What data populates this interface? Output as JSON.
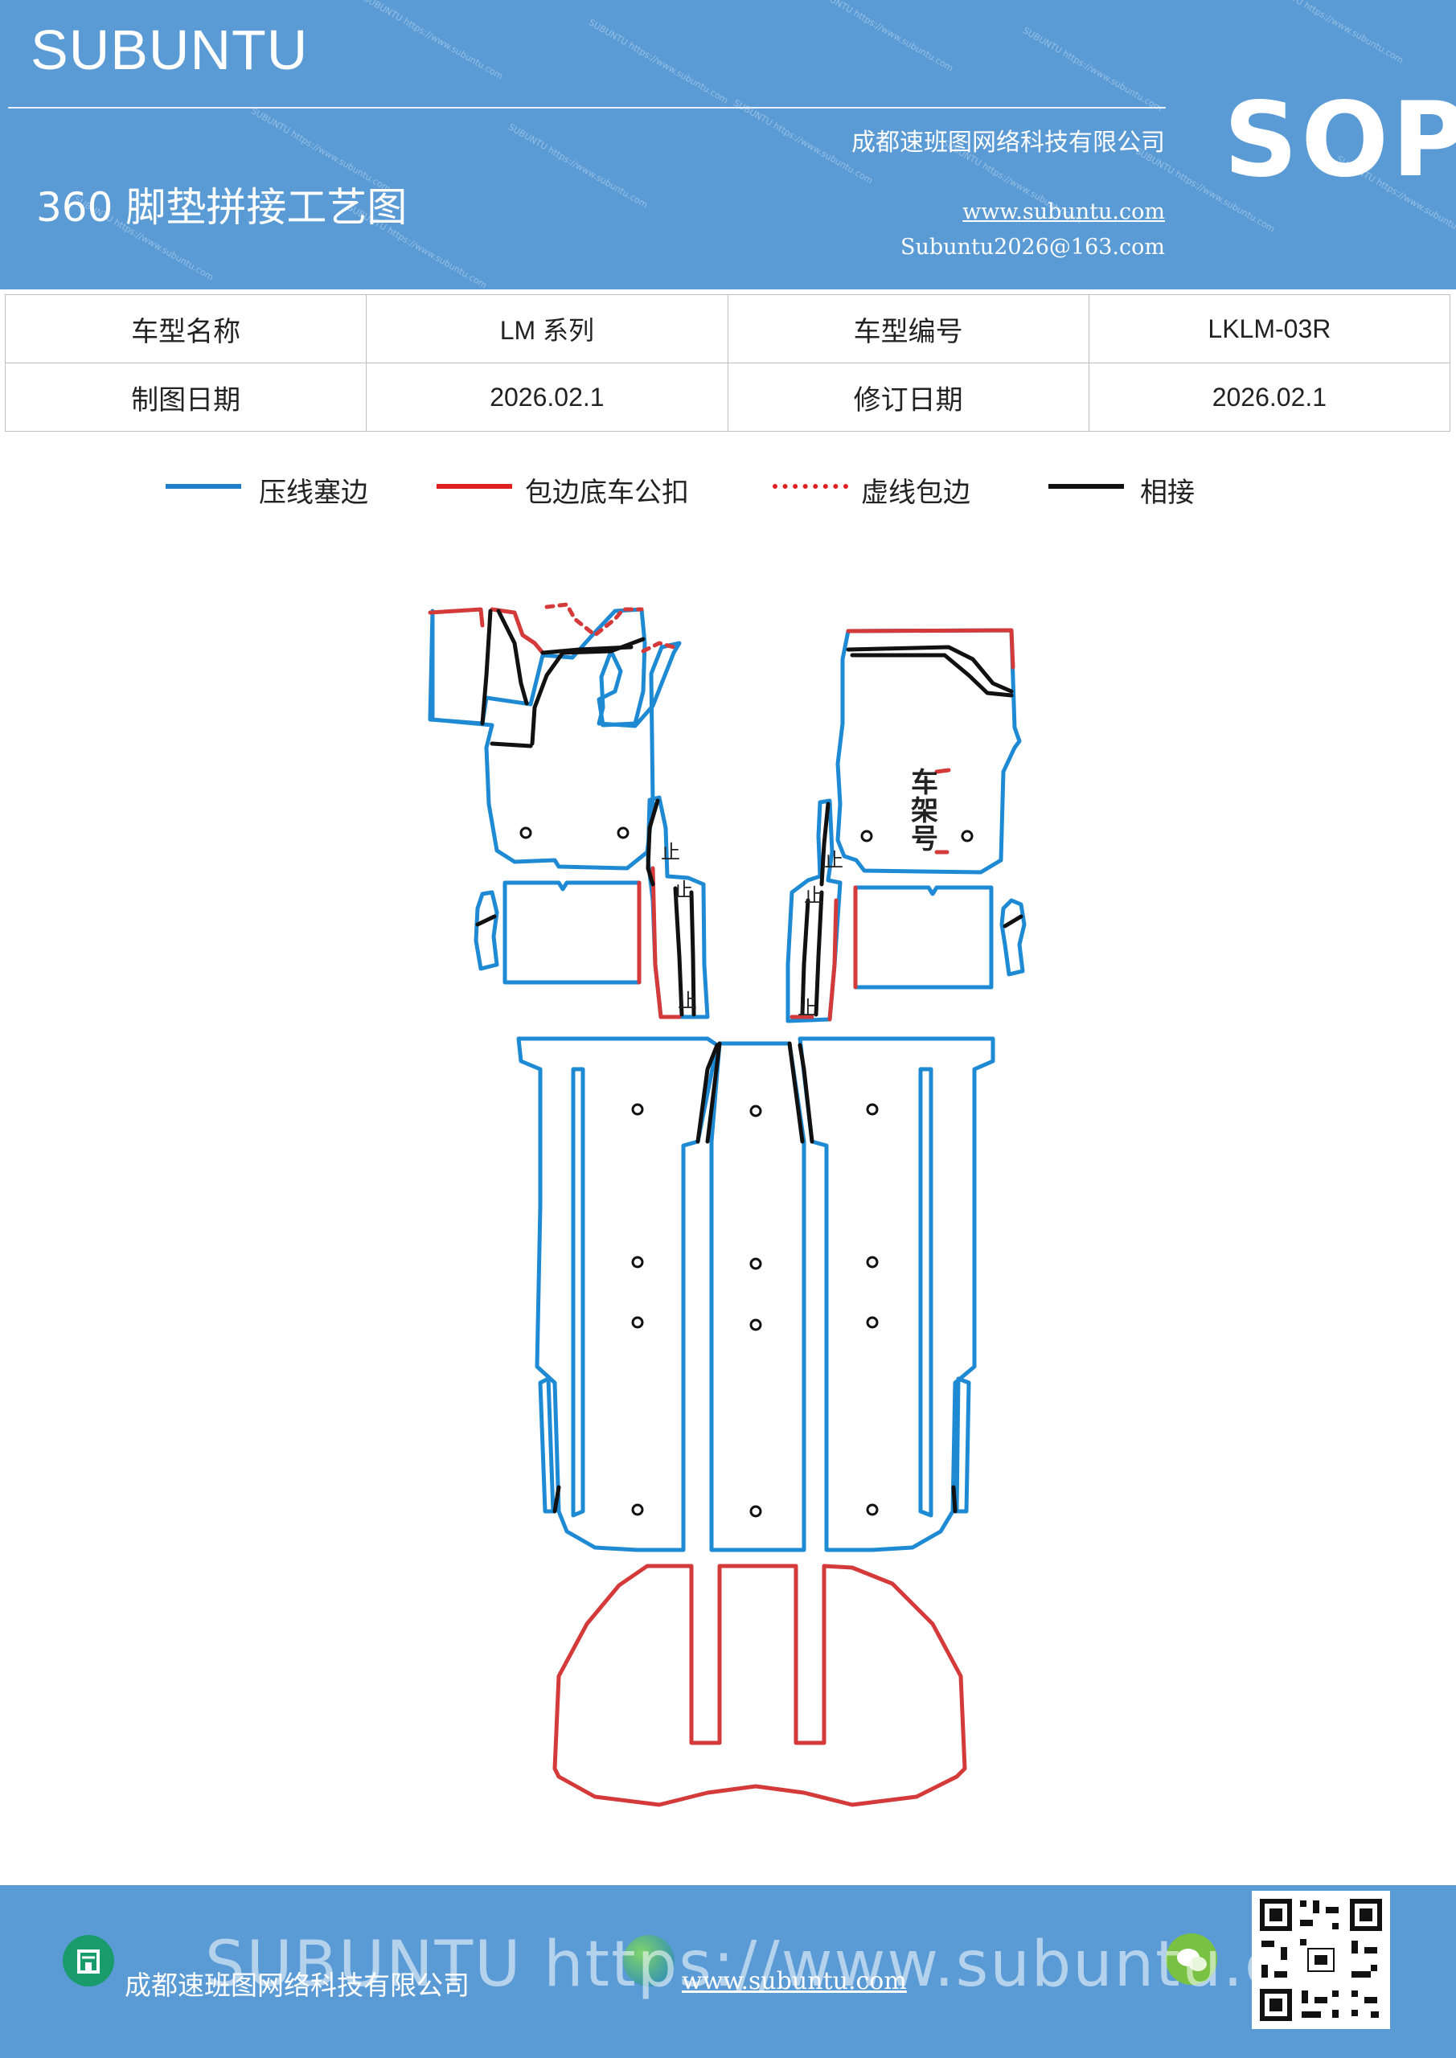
{
  "header": {
    "brand": "SUBUNTU",
    "company": "成都速班图网络科技有限公司",
    "website": "www.subuntu.com",
    "email": "Subuntu2026@163.com",
    "badge": "SOP",
    "title": "360 脚垫拼接工艺图",
    "watermark_text": "SUBUNTU https://www.subuntu.com"
  },
  "info_table": {
    "rows": [
      [
        {
          "text": "车型名称"
        },
        {
          "text": "LM 系列"
        },
        {
          "text": "车型编号"
        },
        {
          "text": "LKLM-03R"
        }
      ],
      [
        {
          "text": "制图日期"
        },
        {
          "text": "2026.02.1"
        },
        {
          "text": "修订日期"
        },
        {
          "text": "2026.02.1"
        }
      ]
    ]
  },
  "legend": [
    {
      "label": "压线塞边",
      "color": "#1f7fc8",
      "style": "solid"
    },
    {
      "label": "包边底车公扣",
      "color": "#e02020",
      "style": "solid"
    },
    {
      "label": "虚线包边",
      "color": "#e02020",
      "style": "dotted"
    },
    {
      "label": "相接",
      "color": "#111111",
      "style": "solid"
    }
  ],
  "diagram": {
    "colors": {
      "blue": "#1f8ad4",
      "red": "#d43a3a",
      "black": "#111111"
    },
    "vin_label": "车架号",
    "stop_mark": "止"
  },
  "footer": {
    "company": "成都速班图网络科技有限公司",
    "website": "www.subuntu.com",
    "watermark": "SUBUNTU https://www.subuntu.com",
    "icons": [
      "building-icon",
      "globe-icon",
      "wechat-icon"
    ]
  }
}
